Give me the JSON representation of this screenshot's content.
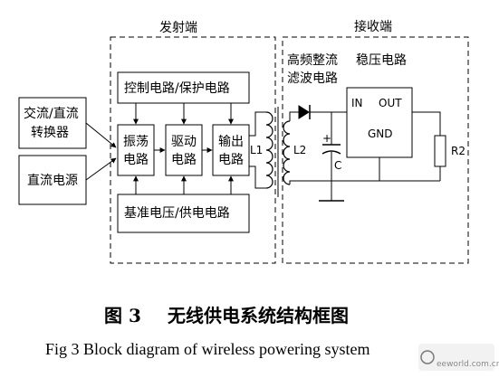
{
  "sections": {
    "transmitter_title": "发射端",
    "receiver_title": "接收端"
  },
  "blocks": {
    "ac_dc_converter": [
      "交流/直流",
      "转换器"
    ],
    "dc_source": "直流电源",
    "control_protection": "控制电路/保护电路",
    "oscillator": [
      "振荡",
      "电路"
    ],
    "driver": [
      "驱动",
      "电路"
    ],
    "output": [
      "输出",
      "电路"
    ],
    "reference_supply": "基准电压/供电电路",
    "rectifier_filter": [
      "高频整流",
      "滤波电路"
    ],
    "regulator": "稳压电路"
  },
  "regulator_pins": {
    "in": "IN",
    "out": "OUT",
    "gnd": "GND"
  },
  "components": {
    "l1": "L1",
    "l2": "L2",
    "c": "C",
    "r2": "R2"
  },
  "caption": {
    "cn_label": "图 3",
    "cn_text": "无线供电系统结构框图",
    "en": "Fig 3    Block diagram of wireless powering system"
  },
  "watermark": {
    "text": "eeworld.com.cn"
  }
}
